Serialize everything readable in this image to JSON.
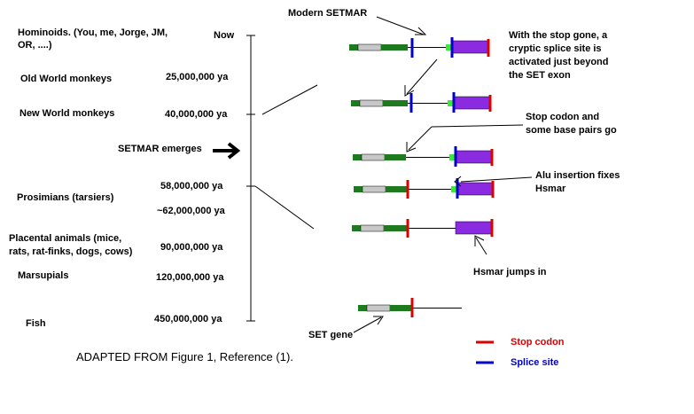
{
  "timeline": {
    "now_label": "Now",
    "groups": [
      {
        "name": "Hominoids.  (You, me, Jorge, JM,",
        "name2": "OR, ....)"
      },
      {
        "name": "Old World monkeys",
        "age": "25,000,000 ya"
      },
      {
        "name": "New World monkeys",
        "age": "40,000,000 ya"
      },
      {
        "name": "SETMAR emerges"
      },
      {
        "age": "58,000,000 ya"
      },
      {
        "name": "Prosimians (tarsiers)",
        "age": "~62,000,000 ya"
      },
      {
        "name": "Placental animals (mice,",
        "name2": "rats, rat-finks, dogs, cows)",
        "age": "90,000,000 ya"
      },
      {
        "name": "Marsupials",
        "age": "120,000,000 ya"
      },
      {
        "name": "Fish",
        "age": "450,000,000 ya"
      }
    ]
  },
  "annotations": {
    "modern_setmar": "Modern SETMAR",
    "cryptic_splice": [
      "With the stop gone, a",
      "cryptic splice site is",
      "activated just beyond",
      "the SET exon"
    ],
    "stop_codon_go": [
      "Stop codon and",
      "some base pairs go"
    ],
    "alu_insertion": [
      "Alu insertion fixes",
      "Hsmar"
    ],
    "hsmar_jumps": "Hsmar jumps in",
    "set_gene": "SET gene"
  },
  "legend": {
    "stop_codon": "Stop codon",
    "splice_site": "Splice site",
    "stop_color": "#dd0000",
    "splice_color": "#0000cc"
  },
  "caption": "ADAPTED FROM Figure 1, Reference (1).",
  "colors": {
    "exon_green": "#1e7a1e",
    "exon_grey": "#c8c8c8",
    "transposase_purple": "#8a2be2",
    "alu_green": "#33ee33"
  }
}
